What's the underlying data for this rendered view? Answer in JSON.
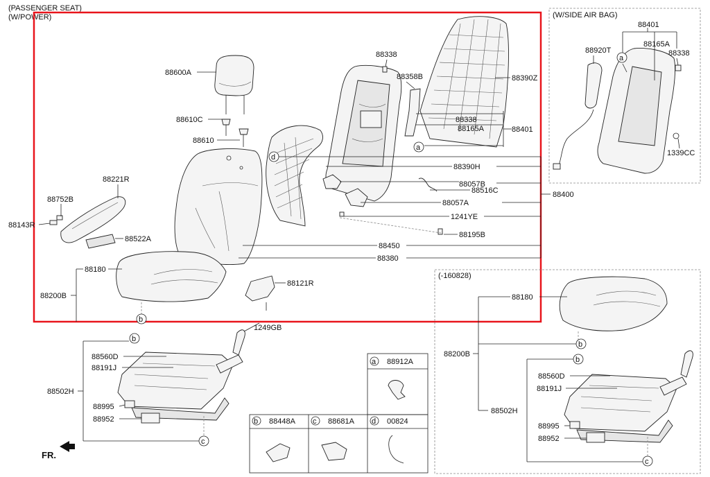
{
  "headers": {
    "main_line1": "(PASSENGER SEAT)",
    "main_line2": "(W/POWER)",
    "side_airbag": "(W/SIDE AIR BAG)",
    "variant": "(-160828)"
  },
  "labels": {
    "p88338_top": "88338",
    "p88600A": "88600A",
    "p88358B": "88358B",
    "p88390Z": "88390Z",
    "p88610C": "88610C",
    "p88338_mid": "88338",
    "p88165A_mid": "88165A",
    "p88401_mid": "88401",
    "p88610": "88610",
    "p88390H": "88390H",
    "p88221R": "88221R",
    "p88057B": "88057B",
    "p88516C": "88516C",
    "p88400": "88400",
    "p88752B": "88752B",
    "p88057A": "88057A",
    "p88143R": "88143R",
    "p1241YE": "1241YE",
    "p88522A": "88522A",
    "p88195B": "88195B",
    "p88450": "88450",
    "p88380": "88380",
    "p88180_left": "88180",
    "p88121R": "88121R",
    "p88200B_left": "88200B",
    "p1249GB": "1249GB",
    "p88560D_left": "88560D",
    "p88191J_left": "88191J",
    "p88502H_left": "88502H",
    "p88995_left": "88995",
    "p88952_left": "88952",
    "p88401_right": "88401",
    "p88920T": "88920T",
    "p88165A_right": "88165A",
    "p88338_right": "88338",
    "p1339CC": "1339CC",
    "p88180_right": "88180",
    "p88200B_right": "88200B",
    "p88560D_right": "88560D",
    "p88191J_right": "88191J",
    "p88502H_right": "88502H",
    "p88995_right": "88995",
    "p88952_right": "88952",
    "fr": "FR."
  },
  "letters": {
    "a": "a",
    "b": "b",
    "c": "c",
    "d": "d"
  },
  "legend": {
    "a_part": "88912A",
    "b_part": "88448A",
    "c_part": "88681A",
    "d_part": "00824"
  },
  "colors": {
    "highlight_box": "#e8141b",
    "line": "#222222",
    "dashed_box": "#999999"
  }
}
